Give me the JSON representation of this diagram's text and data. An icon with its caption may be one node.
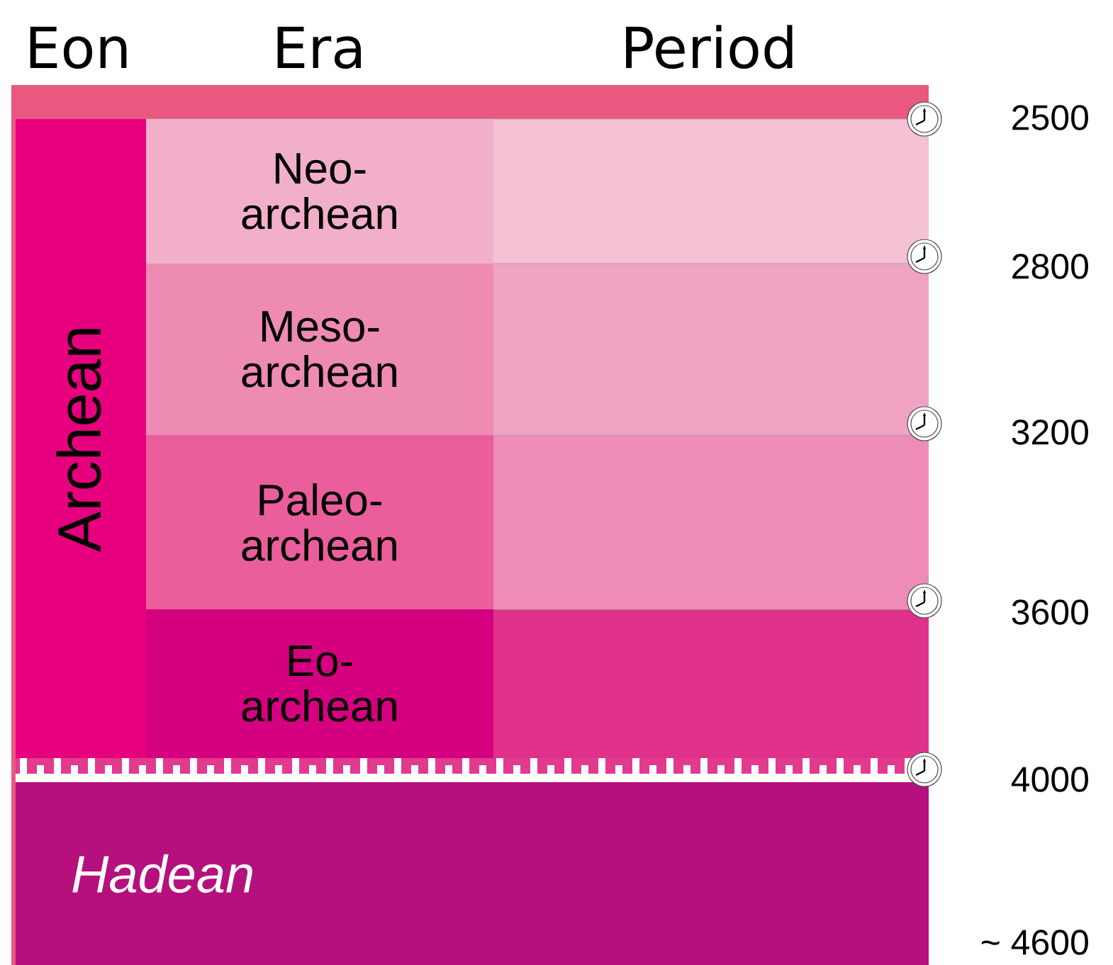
{
  "diagram": {
    "nodes": [
      {
        "text": [
          "Archean"
        ]
      },
      {
        "text": [
          "Neo- archean"
        ]
      },
      {
        "text": [
          "Meso- archean"
        ]
      },
      {
        "text": [
          "Paleo- archean"
        ]
      },
      {
        "text": [
          "Eo- archean"
        ]
      },
      {
        "text": [
          "Hadean"
        ]
      },
      {
        "text": [],
        "shape": "box"
      },
      {
        "text": [],
        "shape": "box"
      },
      {
        "text": [],
        "shape": "box"
      },
      {
        "text": [],
        "shape": "box"
      },
      {
        "text": [],
        "shape": "box"
      }
    ],
    "labels": [
      "Eon",
      "Era",
      "Period",
      "2500",
      "2800",
      "3200",
      "3600",
      "4000",
      "~ 4600"
    ]
  }
}
